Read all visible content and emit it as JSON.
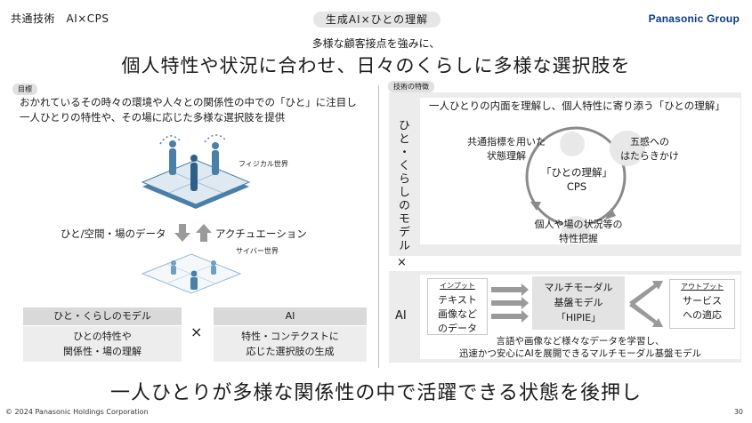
{
  "header": {
    "left": "共通技術　AI×CPS",
    "center_pill": "生成AI×ひとの理解",
    "brand": "Panasonic Group"
  },
  "subtitle": "多様な顧客接点を強みに、",
  "title": "個人特性や状況に合わせ、日々のくらしに多様な選択肢を",
  "left": {
    "section_label": "目標",
    "text_line1": "おかれているその時々の環境や人々との関係性の中での「ひと」に注目し",
    "text_line2": "一人ひとりの特性や、その場に応じた多様な選択肢を提供",
    "physical_label": "フィジカル世界",
    "cyber_label": "サイバー世界",
    "data_label": "ひと/空間・場のデータ",
    "actuation_label": "アクチュエーション",
    "model_head": "ひと・くらしのモデル",
    "model_body_line1": "ひとの特性や",
    "model_body_line2": "関係性・場の理解",
    "cross": "×",
    "ai_head": "AI",
    "ai_body_line1": "特性・コンテクストに",
    "ai_body_line2": "応じた選択肢の生成"
  },
  "right": {
    "section_label": "技術の特徴",
    "vertical_label": "ひと・くらしのモデル",
    "top_caption": "一人ひとりの内面を理解し、個人特性に寄り添う「ひとの理解」",
    "node_left_line1": "共通指標を用いた",
    "node_left_line2": "状態理解",
    "node_right_line1": "五感への",
    "node_right_line2": "はたらきかけ",
    "center_line1": "「ひとの理解」",
    "center_line2": "CPS",
    "node_bottom_line1": "個人や場の状況等の",
    "node_bottom_line2": "特性把握",
    "cross": "×",
    "ai_label": "AI",
    "input_tag": "インプット",
    "input_line1": "テキスト",
    "input_line2": "画像など",
    "input_line3": "のデータ",
    "model_line1": "マルチモーダル",
    "model_line2": "基盤モデル",
    "model_line3": "「HIPIE」",
    "output_tag": "アウトプット",
    "output_line1": "サービス",
    "output_line2": "への適応",
    "caption_line1": "言語や画像など様々なデータを学習し、",
    "caption_line2": "迅速かつ安心にAIを展開できるマルチモーダル基盤モデル"
  },
  "bottom_message": "一人ひとりが多様な関係性の中で活躍できる状態を後押し",
  "footer": {
    "copyright": "© 2024 Panasonic Holdings Corporation",
    "page": "30"
  },
  "colors": {
    "brand_blue": "#0b3a86",
    "panel_gray": "#ececec",
    "figure_blue": "#4a7fa8"
  }
}
